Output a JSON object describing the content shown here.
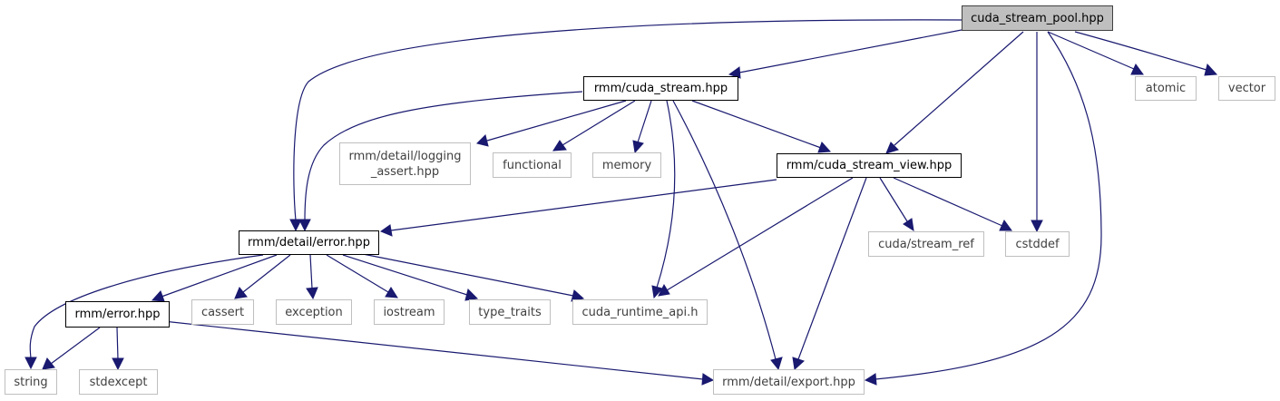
{
  "graph": {
    "nodes": [
      {
        "id": "pool",
        "label": "cuda_stream_pool.hpp",
        "kind": "root"
      },
      {
        "id": "cuda_stream",
        "label": "rmm/cuda_stream.hpp",
        "kind": "local"
      },
      {
        "id": "atomic",
        "label": "atomic",
        "kind": "external"
      },
      {
        "id": "vector",
        "label": "vector",
        "kind": "external"
      },
      {
        "id": "logging_assert",
        "label": "rmm/detail/logging\n_assert.hpp",
        "kind": "external"
      },
      {
        "id": "functional",
        "label": "functional",
        "kind": "external"
      },
      {
        "id": "memory",
        "label": "memory",
        "kind": "external"
      },
      {
        "id": "stream_view",
        "label": "rmm/cuda_stream_view.hpp",
        "kind": "local"
      },
      {
        "id": "error_detail",
        "label": "rmm/detail/error.hpp",
        "kind": "local"
      },
      {
        "id": "stream_ref",
        "label": "cuda/stream_ref",
        "kind": "external"
      },
      {
        "id": "cstddef",
        "label": "cstddef",
        "kind": "external"
      },
      {
        "id": "rmm_error",
        "label": "rmm/error.hpp",
        "kind": "local"
      },
      {
        "id": "cassert",
        "label": "cassert",
        "kind": "external"
      },
      {
        "id": "exception",
        "label": "exception",
        "kind": "external"
      },
      {
        "id": "iostream",
        "label": "iostream",
        "kind": "external"
      },
      {
        "id": "type_traits",
        "label": "type_traits",
        "kind": "external"
      },
      {
        "id": "cuda_runtime",
        "label": "cuda_runtime_api.h",
        "kind": "external"
      },
      {
        "id": "string",
        "label": "string",
        "kind": "external"
      },
      {
        "id": "stdexcept",
        "label": "stdexcept",
        "kind": "external"
      },
      {
        "id": "export",
        "label": "rmm/detail/export.hpp",
        "kind": "external"
      }
    ],
    "edges": [
      [
        "pool",
        "cuda_stream"
      ],
      [
        "pool",
        "atomic"
      ],
      [
        "pool",
        "vector"
      ],
      [
        "pool",
        "stream_view"
      ],
      [
        "pool",
        "error_detail"
      ],
      [
        "pool",
        "cstddef"
      ],
      [
        "pool",
        "export"
      ],
      [
        "cuda_stream",
        "logging_assert"
      ],
      [
        "cuda_stream",
        "functional"
      ],
      [
        "cuda_stream",
        "memory"
      ],
      [
        "cuda_stream",
        "stream_view"
      ],
      [
        "cuda_stream",
        "error_detail"
      ],
      [
        "cuda_stream",
        "cuda_runtime"
      ],
      [
        "cuda_stream",
        "export"
      ],
      [
        "stream_view",
        "error_detail"
      ],
      [
        "stream_view",
        "stream_ref"
      ],
      [
        "stream_view",
        "cstddef"
      ],
      [
        "stream_view",
        "cuda_runtime"
      ],
      [
        "stream_view",
        "export"
      ],
      [
        "error_detail",
        "rmm_error"
      ],
      [
        "error_detail",
        "cassert"
      ],
      [
        "error_detail",
        "exception"
      ],
      [
        "error_detail",
        "iostream"
      ],
      [
        "error_detail",
        "type_traits"
      ],
      [
        "error_detail",
        "cuda_runtime"
      ],
      [
        "error_detail",
        "string"
      ],
      [
        "rmm_error",
        "string"
      ],
      [
        "rmm_error",
        "stdexcept"
      ],
      [
        "rmm_error",
        "export"
      ]
    ]
  }
}
